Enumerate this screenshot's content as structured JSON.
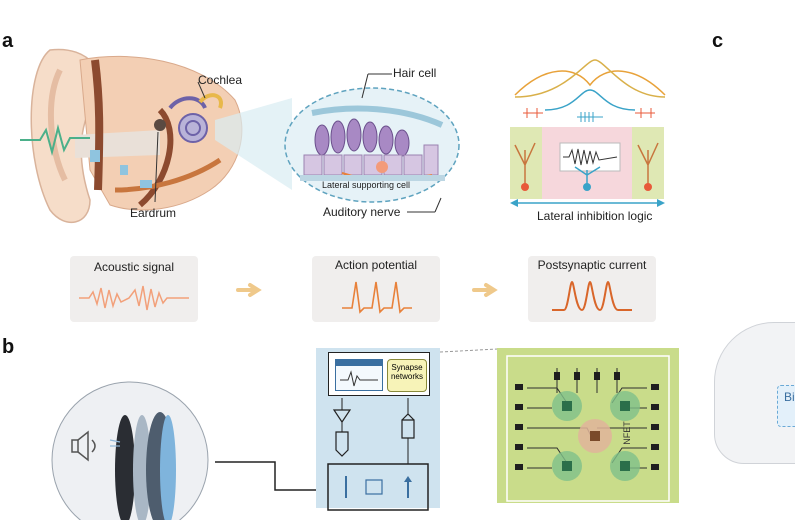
{
  "panels": {
    "a": "a",
    "b": "b",
    "c": "c"
  },
  "ear": {
    "cochlea_label": "Cochlea",
    "eardrum_label": "Eardrum"
  },
  "cochlea_detail": {
    "hair_cell_label": "Hair cell",
    "supporting_cell_label": "Lateral supporting cell",
    "nerve_label": "Auditory nerve"
  },
  "inhibition": {
    "logic_label": "Lateral inhibition  logic"
  },
  "signals": {
    "acoustic": "Acoustic signal",
    "action": "Action potential",
    "postsynaptic": "Postsynaptic current"
  },
  "device": {
    "synapse_label": "Synapse\nnetworks",
    "nfet_label": "NFET",
    "c_partial": "Bi"
  },
  "colors": {
    "orange": "#e8813a",
    "light_blue": "#cfe3ef",
    "green_board": "#c9dc8a",
    "grey_box": "#f0eeed"
  }
}
